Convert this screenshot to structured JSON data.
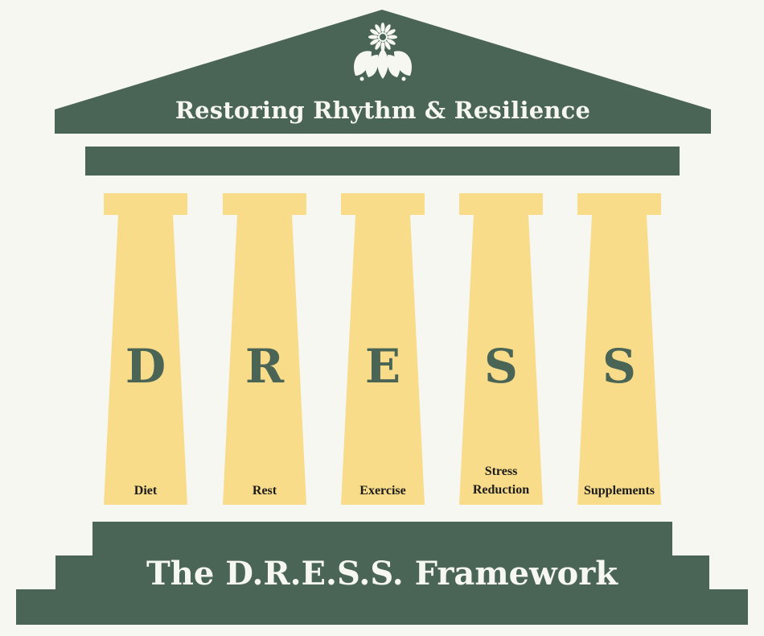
{
  "colors": {
    "background": "#f7f7f2",
    "temple_green": "#4a6555",
    "pillar_yellow": "#f8dc8a",
    "letter_green": "#4a6555",
    "label_text": "#1c1c1c"
  },
  "roof": {
    "title": "Restoring Rhythm & Resilience",
    "icon": "lotus-flower-icon"
  },
  "pillars": [
    {
      "letter": "D",
      "label": "Diet"
    },
    {
      "letter": "R",
      "label": "Rest"
    },
    {
      "letter": "E",
      "label": "Exercise"
    },
    {
      "letter": "S",
      "label": "Stress Reduction"
    },
    {
      "letter": "S",
      "label": "Supplements"
    }
  ],
  "base": {
    "title": "The D.R.E.S.S. Framework"
  }
}
